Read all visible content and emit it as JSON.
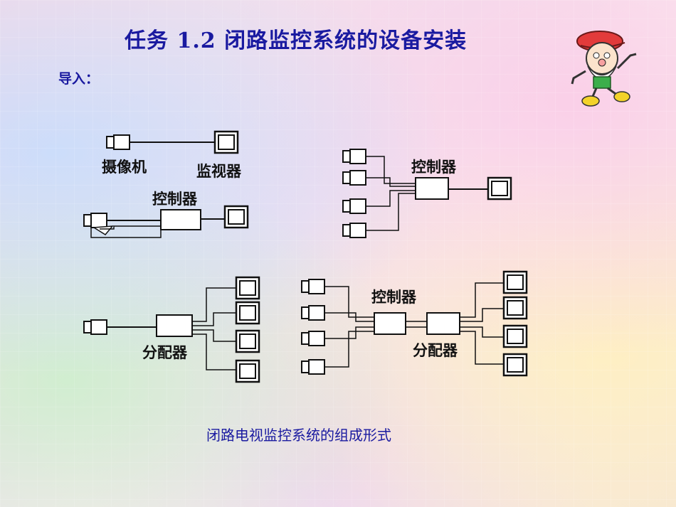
{
  "header": {
    "title": "任务 1.2 闭路监控系统的设备安装",
    "intro": "导入："
  },
  "diagram": {
    "caption": "闭路电视监控系统的组成形式",
    "labels": {
      "camera": "摄像机",
      "monitor": "监视器",
      "controller": "控制器",
      "distributor": "分配器"
    }
  }
}
